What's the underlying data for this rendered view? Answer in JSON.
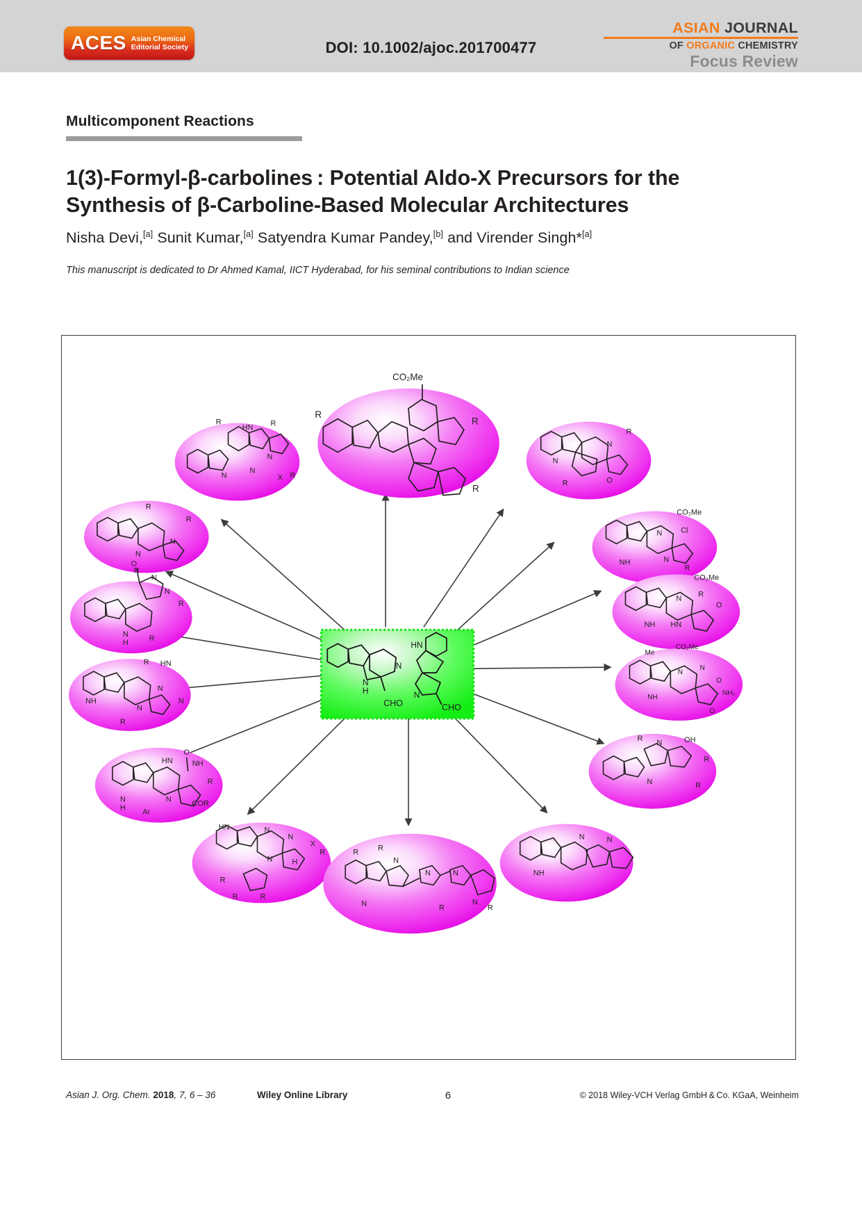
{
  "header": {
    "logo": {
      "acronym": "ACES",
      "line1": "Asian Chemical",
      "line2": "Editorial Society"
    },
    "doi": "DOI: 10.1002/ajoc.201700477",
    "journal": {
      "word_asian": "ASIAN",
      "word_journal": "JOURNAL",
      "word_of": "OF",
      "word_organic": "ORGANIC",
      "word_chemistry": "CHEMISTRY",
      "article_type": "Focus Review"
    },
    "band_color": "#d4d4d4",
    "accent_color": "#f07c1c"
  },
  "category": {
    "label": "Multicomponent Reactions",
    "rule_color": "#9d9d9c"
  },
  "article": {
    "title": "1(3)-Formyl-β-carbolines : Potential Aldo-X Precursors for the Synthesis of β-Carboline-Based Molecular Architectures",
    "title_line1": "1(3)-Formyl-β-carbolines : Potential Aldo-X Precursors for the",
    "title_line2": "Synthesis of β-Carboline-Based Molecular Architectures",
    "authors": [
      {
        "name": "Nisha Devi,",
        "affiliation": "[a]"
      },
      {
        "name": "Sunit Kumar,",
        "affiliation": "[a]"
      },
      {
        "name": "Satyendra Kumar Pandey,",
        "affiliation": "[b]"
      },
      {
        "name": "and Virender Singh*",
        "affiliation": "[a]"
      }
    ],
    "dedication": "This manuscript is dedicated to Dr Ahmed Kamal, IICT Hyderabad, for his seminal contributions to Indian science"
  },
  "figure": {
    "center": {
      "fill_color": "#2ef82e",
      "label_left_nh": "N",
      "label_left_h": "H",
      "label_left_ring_n": "N",
      "label_left_cho": "CHO",
      "label_right_hn": "HN",
      "label_right_ring_n": "N",
      "label_right_cho": "CHO"
    },
    "node_fill": "#ee2fee",
    "arrow_color": "#3c3c3b",
    "nodes": [
      {
        "id": "n1",
        "position": "top-center",
        "labels": [
          "CO₂Me",
          "R",
          "R",
          "R"
        ]
      },
      {
        "id": "n2",
        "position": "upper-left",
        "labels": [
          "R",
          "HN",
          "R",
          "N",
          "N",
          "N",
          "X",
          "R"
        ]
      },
      {
        "id": "n3",
        "position": "upper-right",
        "labels": [
          "R",
          "N",
          "N",
          "R",
          "O"
        ]
      },
      {
        "id": "n4",
        "position": "left-upper",
        "labels": [
          "R",
          "R",
          "N",
          "N",
          "R"
        ]
      },
      {
        "id": "n5",
        "position": "right-upper",
        "labels": [
          "CO₂Me",
          "N",
          "Cl",
          "NH",
          "N",
          "R"
        ]
      },
      {
        "id": "n6",
        "position": "left-mid-upper",
        "labels": [
          "O",
          "N",
          "N",
          "R",
          "N",
          "H",
          "R"
        ]
      },
      {
        "id": "n7",
        "position": "right-mid-upper",
        "labels": [
          "CO₂Me",
          "N",
          "R",
          "O",
          "NH",
          "HN"
        ]
      },
      {
        "id": "n8",
        "position": "left-mid-lower",
        "labels": [
          "R",
          "NH",
          "HN",
          "N",
          "N",
          "N",
          "R"
        ]
      },
      {
        "id": "n9",
        "position": "right-mid-lower",
        "labels": [
          "Me",
          "CO₂Me",
          "N",
          "NH",
          "N",
          "O",
          "NH₂",
          "O"
        ]
      },
      {
        "id": "n10",
        "position": "left-lower",
        "labels": [
          "O",
          "HN",
          "NH",
          "R",
          "N",
          "N",
          "H",
          "Ar",
          "COR"
        ]
      },
      {
        "id": "n11",
        "position": "right-lower",
        "labels": [
          "R",
          "N",
          "OH",
          "R",
          "N",
          "R"
        ]
      },
      {
        "id": "n12",
        "position": "bottom-left",
        "labels": [
          "HN",
          "N",
          "N",
          "N",
          "H",
          "X",
          "R",
          "R",
          "R",
          "R"
        ]
      },
      {
        "id": "n13",
        "position": "bottom-center",
        "labels": [
          "R",
          "R",
          "N",
          "N",
          "N",
          "N",
          "N",
          "R",
          "R"
        ]
      },
      {
        "id": "n14",
        "position": "bottom-right",
        "labels": [
          "N",
          "NH",
          "N"
        ]
      }
    ]
  },
  "footer": {
    "citation_journal": "Asian J. Org. Chem.",
    "citation_year": "2018",
    "citation_rest": ", 7, 6 – 36",
    "wiley": "Wiley Online Library",
    "page_number": "6",
    "copyright": "© 2018 Wiley-VCH Verlag GmbH & Co. KGaA, Weinheim"
  }
}
